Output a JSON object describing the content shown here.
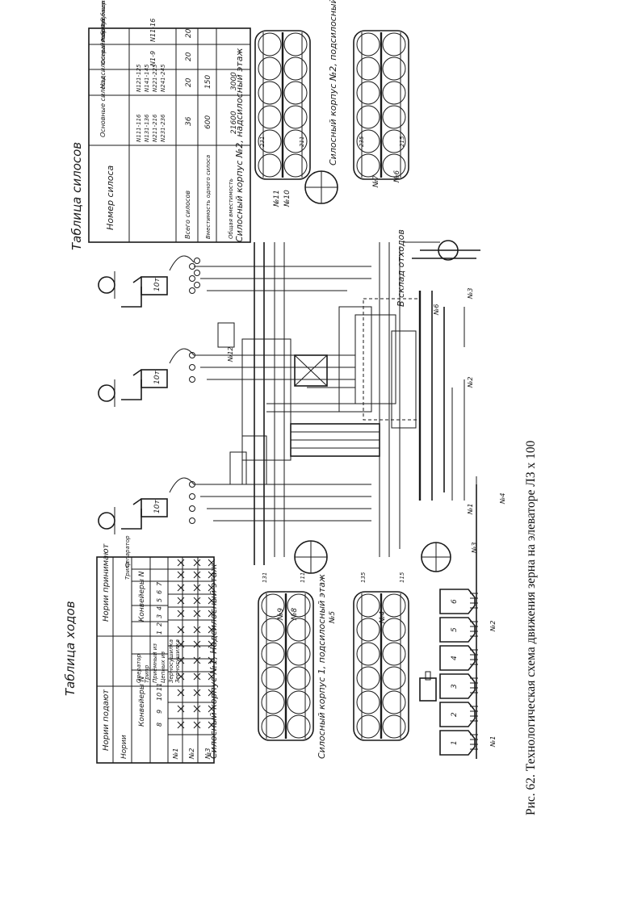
{
  "figure": {
    "caption": "Рис. 62. Технологическая схема движения зерна на элеваторе  ЛЗ х 100"
  },
  "codes_table": {
    "title": "Таблица ходов",
    "col_group_left": "Нории подают",
    "col_left_hdr": "Нории",
    "col_left_sub": "Конвейеры N",
    "col_left_nums": [
      "8",
      "9",
      "10",
      "11"
    ],
    "col_mid_items": [
      "Оператор",
      "Трипр",
      "Приёмный из",
      "Цепных из",
      "Зерносушилка",
      "Зерносушилка"
    ],
    "col_group_right": "Нории принимают",
    "col_right_sub": "Конвейеры N",
    "col_right_nums": [
      "1",
      "2",
      "3",
      "4",
      "5",
      "6",
      "7"
    ],
    "col_right_extra": [
      "Трипр",
      "Сепаратор"
    ],
    "rows": [
      "№1",
      "№2",
      "№3"
    ]
  },
  "silos_table": {
    "title": "Таблица силосов",
    "row_label_top": "Номер силоса",
    "col_headers": [
      "Основные силосы",
      "Надсилосный корпус",
      "Оперативный бункер",
      "Рабочая башня"
    ],
    "ranges": [
      [
        "N111-116",
        "N131-136",
        "N211-216",
        "N231-236"
      ],
      [
        "N121-125",
        "N141-145",
        "N221-225",
        "N241-245"
      ],
      [
        "N1-9"
      ],
      [
        "N11-16"
      ]
    ],
    "row_labels": [
      "Всего силосов",
      "Вместимость одного силоса",
      "Общая вместимость"
    ],
    "values": [
      [
        "36",
        "20",
        "20",
        "20"
      ],
      [
        "600",
        "150",
        "",
        ""
      ],
      [
        "21600",
        "3000",
        "",
        ""
      ]
    ]
  },
  "labels": {
    "corpus1_top": "Силосный корпус №1, Надсилосный этаж",
    "corpus1_bottom": "Силосный корпус 1, подсилосный этаж",
    "corpus2_top": "Силосный корпус №2, надсилосный этаж",
    "corpus2_bottom": "Силосный корпус №2, подсилосный этаж",
    "waste": "В склад отходов",
    "scales": [
      "10т",
      "10т",
      "10т"
    ],
    "nos": [
      "№1",
      "№2",
      "№3",
      "№4",
      "№5",
      "№6",
      "№7",
      "№8",
      "№9",
      "№10",
      "№11",
      "№12"
    ],
    "receiving": [
      "1",
      "2",
      "3",
      "4",
      "5",
      "6"
    ],
    "silo_nums": [
      "131",
      "111",
      "135",
      "115",
      "231",
      "211",
      "235",
      "215"
    ]
  }
}
